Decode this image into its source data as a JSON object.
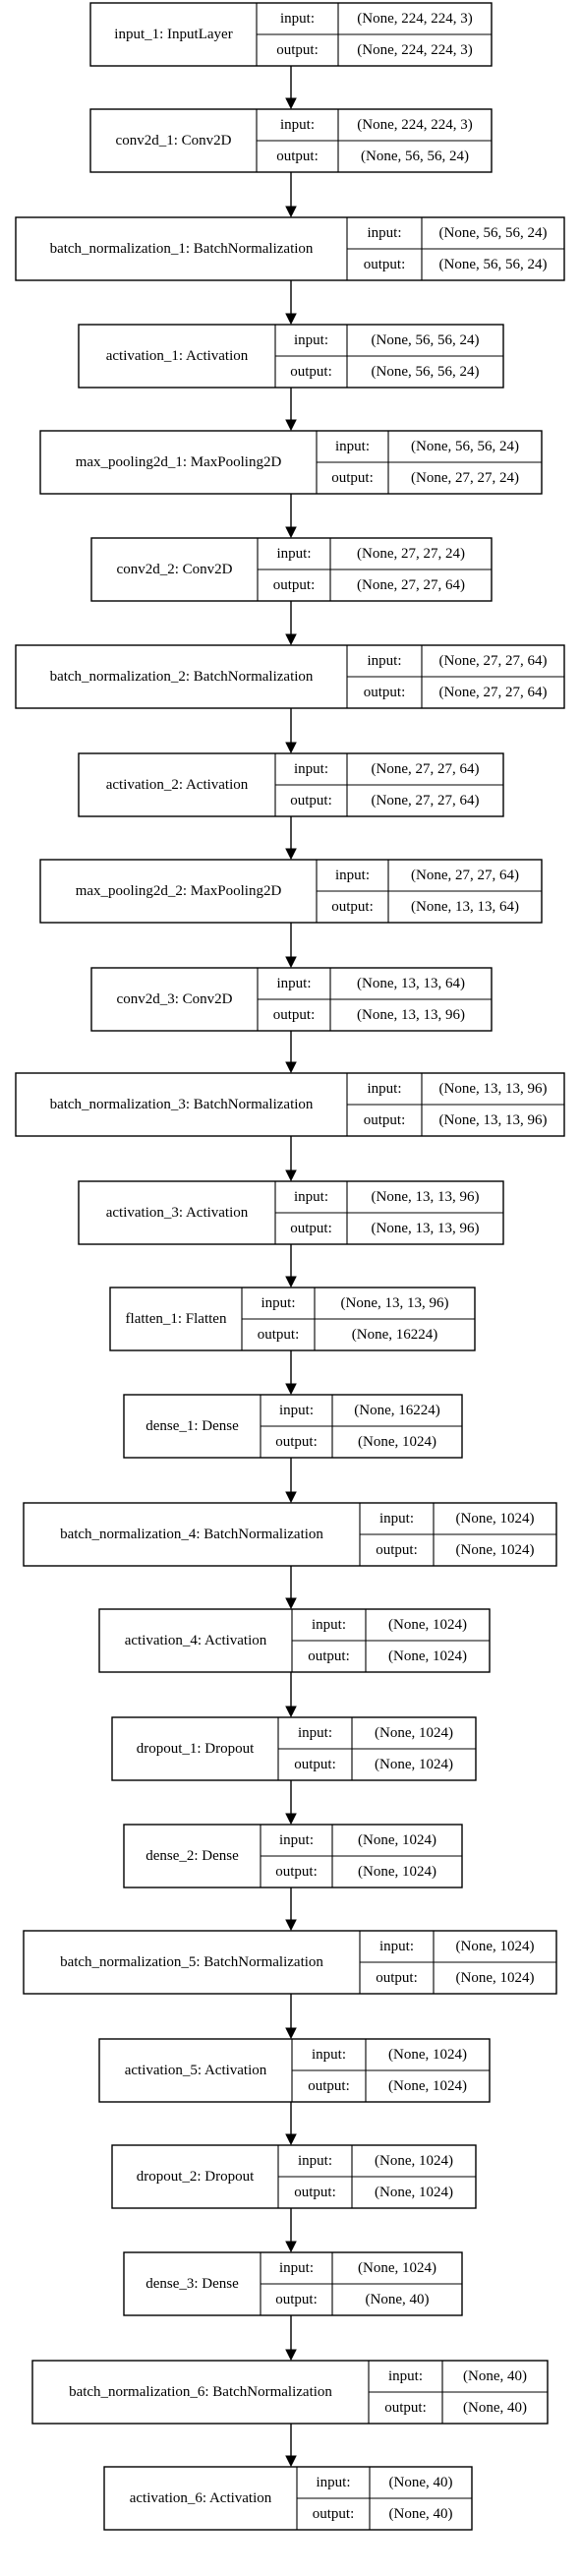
{
  "diagram": {
    "layers": [
      {
        "name": "input_1: InputLayer",
        "input_label": "input:",
        "output_label": "output:",
        "input": "(None, 224, 224, 3)",
        "output": "(None, 224, 224, 3)"
      },
      {
        "name": "conv2d_1: Conv2D",
        "input_label": "input:",
        "output_label": "output:",
        "input": "(None, 224, 224, 3)",
        "output": "(None, 56, 56, 24)"
      },
      {
        "name": "batch_normalization_1: BatchNormalization",
        "input_label": "input:",
        "output_label": "output:",
        "input": "(None, 56, 56, 24)",
        "output": "(None, 56, 56, 24)"
      },
      {
        "name": "activation_1: Activation",
        "input_label": "input:",
        "output_label": "output:",
        "input": "(None, 56, 56, 24)",
        "output": "(None, 56, 56, 24)"
      },
      {
        "name": "max_pooling2d_1: MaxPooling2D",
        "input_label": "input:",
        "output_label": "output:",
        "input": "(None, 56, 56, 24)",
        "output": "(None, 27, 27, 24)"
      },
      {
        "name": "conv2d_2: Conv2D",
        "input_label": "input:",
        "output_label": "output:",
        "input": "(None, 27, 27, 24)",
        "output": "(None, 27, 27, 64)"
      },
      {
        "name": "batch_normalization_2: BatchNormalization",
        "input_label": "input:",
        "output_label": "output:",
        "input": "(None, 27, 27, 64)",
        "output": "(None, 27, 27, 64)"
      },
      {
        "name": "activation_2: Activation",
        "input_label": "input:",
        "output_label": "output:",
        "input": "(None, 27, 27, 64)",
        "output": "(None, 27, 27, 64)"
      },
      {
        "name": "max_pooling2d_2: MaxPooling2D",
        "input_label": "input:",
        "output_label": "output:",
        "input": "(None, 27, 27, 64)",
        "output": "(None, 13, 13, 64)"
      },
      {
        "name": "conv2d_3: Conv2D",
        "input_label": "input:",
        "output_label": "output:",
        "input": "(None, 13, 13, 64)",
        "output": "(None, 13, 13, 96)"
      },
      {
        "name": "batch_normalization_3: BatchNormalization",
        "input_label": "input:",
        "output_label": "output:",
        "input": "(None, 13, 13, 96)",
        "output": "(None, 13, 13, 96)"
      },
      {
        "name": "activation_3: Activation",
        "input_label": "input:",
        "output_label": "output:",
        "input": "(None, 13, 13, 96)",
        "output": "(None, 13, 13, 96)"
      },
      {
        "name": "flatten_1: Flatten",
        "input_label": "input:",
        "output_label": "output:",
        "input": "(None, 13, 13, 96)",
        "output": "(None, 16224)"
      },
      {
        "name": "dense_1: Dense",
        "input_label": "input:",
        "output_label": "output:",
        "input": "(None, 16224)",
        "output": "(None, 1024)"
      },
      {
        "name": "batch_normalization_4: BatchNormalization",
        "input_label": "input:",
        "output_label": "output:",
        "input": "(None, 1024)",
        "output": "(None, 1024)"
      },
      {
        "name": "activation_4: Activation",
        "input_label": "input:",
        "output_label": "output:",
        "input": "(None, 1024)",
        "output": "(None, 1024)"
      },
      {
        "name": "dropout_1: Dropout",
        "input_label": "input:",
        "output_label": "output:",
        "input": "(None, 1024)",
        "output": "(None, 1024)"
      },
      {
        "name": "dense_2: Dense",
        "input_label": "input:",
        "output_label": "output:",
        "input": "(None, 1024)",
        "output": "(None, 1024)"
      },
      {
        "name": "batch_normalization_5: BatchNormalization",
        "input_label": "input:",
        "output_label": "output:",
        "input": "(None, 1024)",
        "output": "(None, 1024)"
      },
      {
        "name": "activation_5: Activation",
        "input_label": "input:",
        "output_label": "output:",
        "input": "(None, 1024)",
        "output": "(None, 1024)"
      },
      {
        "name": "dropout_2: Dropout",
        "input_label": "input:",
        "output_label": "output:",
        "input": "(None, 1024)",
        "output": "(None, 1024)"
      },
      {
        "name": "dense_3: Dense",
        "input_label": "input:",
        "output_label": "output:",
        "input": "(None, 1024)",
        "output": "(None, 40)"
      },
      {
        "name": "batch_normalization_6: BatchNormalization",
        "input_label": "input:",
        "output_label": "output:",
        "input": "(None, 40)",
        "output": "(None, 40)"
      },
      {
        "name": "activation_6: Activation",
        "input_label": "input:",
        "output_label": "output:",
        "input": "(None, 40)",
        "output": "(None, 40)"
      }
    ]
  }
}
